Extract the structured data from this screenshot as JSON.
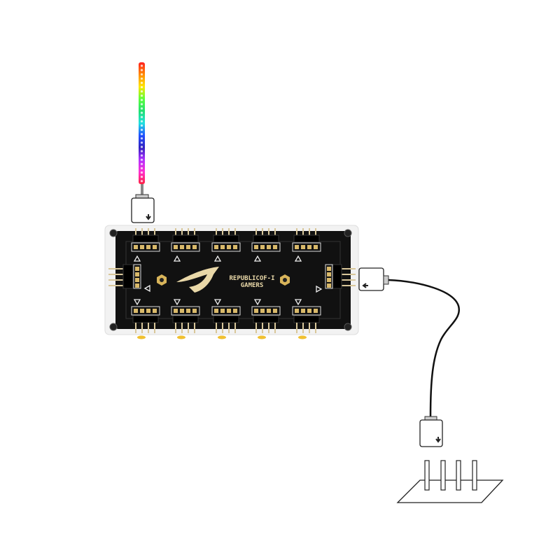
{
  "hub": {
    "logo_line1": "REPUBLICOF-I",
    "logo_line2": "GAMERS",
    "top_headers": 5,
    "bottom_headers": 5,
    "pcb_color": "#111111",
    "pad_color": "#d9b96a"
  },
  "led_strip": {
    "colors": [
      "#ff2020",
      "#ff8a00",
      "#ffe600",
      "#5cff3a",
      "#20e070",
      "#20e0e0",
      "#2050ff",
      "#3020c0",
      "#b030ff",
      "#ff30d0",
      "#ff2040"
    ]
  },
  "connectors": {
    "strip_connector_icon": "arrow-down-icon",
    "hub_side_connector_icon": "arrow-left-icon",
    "cable_end_connector_icon": "arrow-down-icon"
  }
}
